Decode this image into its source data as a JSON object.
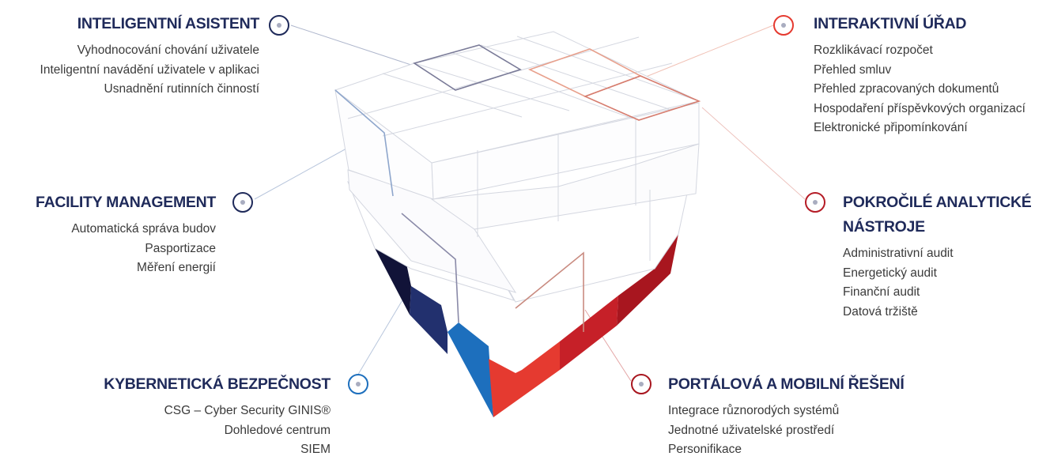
{
  "colors": {
    "navy": "#1f2a5a",
    "steel_blue": "#8ea6cc",
    "blue": "#1d6fbd",
    "dark_navy": "#111338",
    "red": "#e53a30",
    "dark_red": "#a8161f",
    "salmon": "#e8907b",
    "grey_line": "#c8ccd8"
  },
  "sections": {
    "inteligentni_asistent": {
      "title": "INTELIGENTNÍ ASISTENT",
      "marker_color": "#1f2a5a",
      "items": [
        "Vyhodnocování chování uživatele",
        "Inteligentní navádění uživatele v aplikaci",
        "Usnadnění rutinních činností"
      ]
    },
    "facility_management": {
      "title": "FACILITY MANAGEMENT",
      "marker_color": "#1f2a5a",
      "items": [
        "Automatická správa budov",
        "Pasportizace",
        "Měření energií"
      ]
    },
    "kyberneticka_bezpecnost": {
      "title": "KYBERNETICKÁ BEZPEČNOST",
      "marker_color": "#1d6fbd",
      "items": [
        "CSG – Cyber Security GINIS®",
        "Dohledové centrum",
        "SIEM"
      ]
    },
    "interaktivni_urad": {
      "title": "INTERAKTIVNÍ ÚŘAD",
      "marker_color": "#e53a30",
      "items": [
        "Rozklikávací rozpočet",
        "Přehled smluv",
        "Přehled zpracovaných dokumentů",
        "Hospodaření příspěvkových organizací",
        "Elektronické připomínkování"
      ]
    },
    "pokrocile_nastroje": {
      "title_line1": "POKROČILÉ ANALYTICKÉ",
      "title_line2": "NÁSTROJE",
      "marker_color": "#b51c26",
      "items": [
        "Administrativní audit",
        "Energetický audit",
        "Finanční audit",
        "Datová tržiště"
      ]
    },
    "portalova_reseni": {
      "title": "PORTÁLOVÁ A MOBILNÍ ŘEŠENÍ",
      "marker_color": "#a8161f",
      "items": [
        "Integrace různorodých systémů",
        "Jednotné uživatelské prostředí",
        "Personifikace"
      ]
    }
  }
}
